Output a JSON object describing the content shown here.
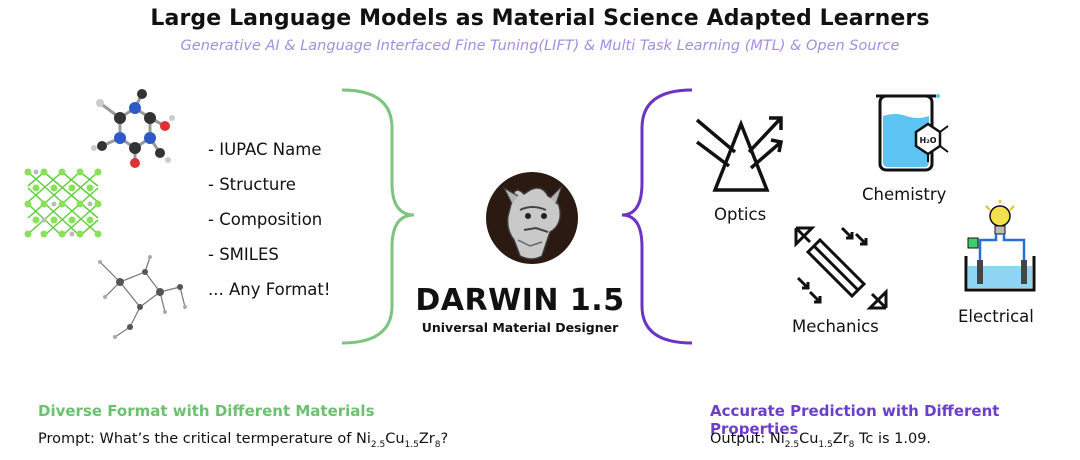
{
  "header": {
    "title": "Large Language Models as Material Science Adapted Learners",
    "subtitle": "Generative AI & Language Interfaced Fine Tuning(LIFT) & Multi Task Learning (MTL) & Open Source"
  },
  "input_formats": [
    "- IUPAC Name",
    "- Structure",
    "- Composition",
    "- SMILES",
    "... Any Format!"
  ],
  "model": {
    "name": "DARWIN 1.5",
    "tagline": "Universal Material Designer"
  },
  "properties": {
    "optics": "Optics",
    "chemistry": "Chemistry",
    "mechanics": "Mechanics",
    "electrical": "Electrical",
    "h2o_label": "H₂O"
  },
  "footer": {
    "left_heading": "Diverse Format with Different Materials",
    "left_prefix": "Prompt: What’s the critical termperature of Ni",
    "right_heading": "Accurate Prediction with Different Properties",
    "right_prefix": "Output: Ni",
    "right_suffix": " Tc is 1.09.",
    "sub_ni": "2.5",
    "el_cu": "Cu",
    "sub_cu": "1.5",
    "el_zr": "Zr",
    "sub_zr": "8",
    "question_mark": "?"
  },
  "colors": {
    "green_brace": "#7cc47f",
    "purple_brace": "#6b35c4",
    "subtitle": "#a48ee0",
    "left_heading": "#6cc06f",
    "right_heading": "#6c3fc8"
  },
  "icons": [
    "molecule-icon",
    "crystal-lattice-icon",
    "molecular-structure-icon",
    "darwin-mascot-icon",
    "optics-prism-icon",
    "chemistry-beaker-icon",
    "mechanics-stress-icon",
    "electrical-circuit-icon"
  ]
}
